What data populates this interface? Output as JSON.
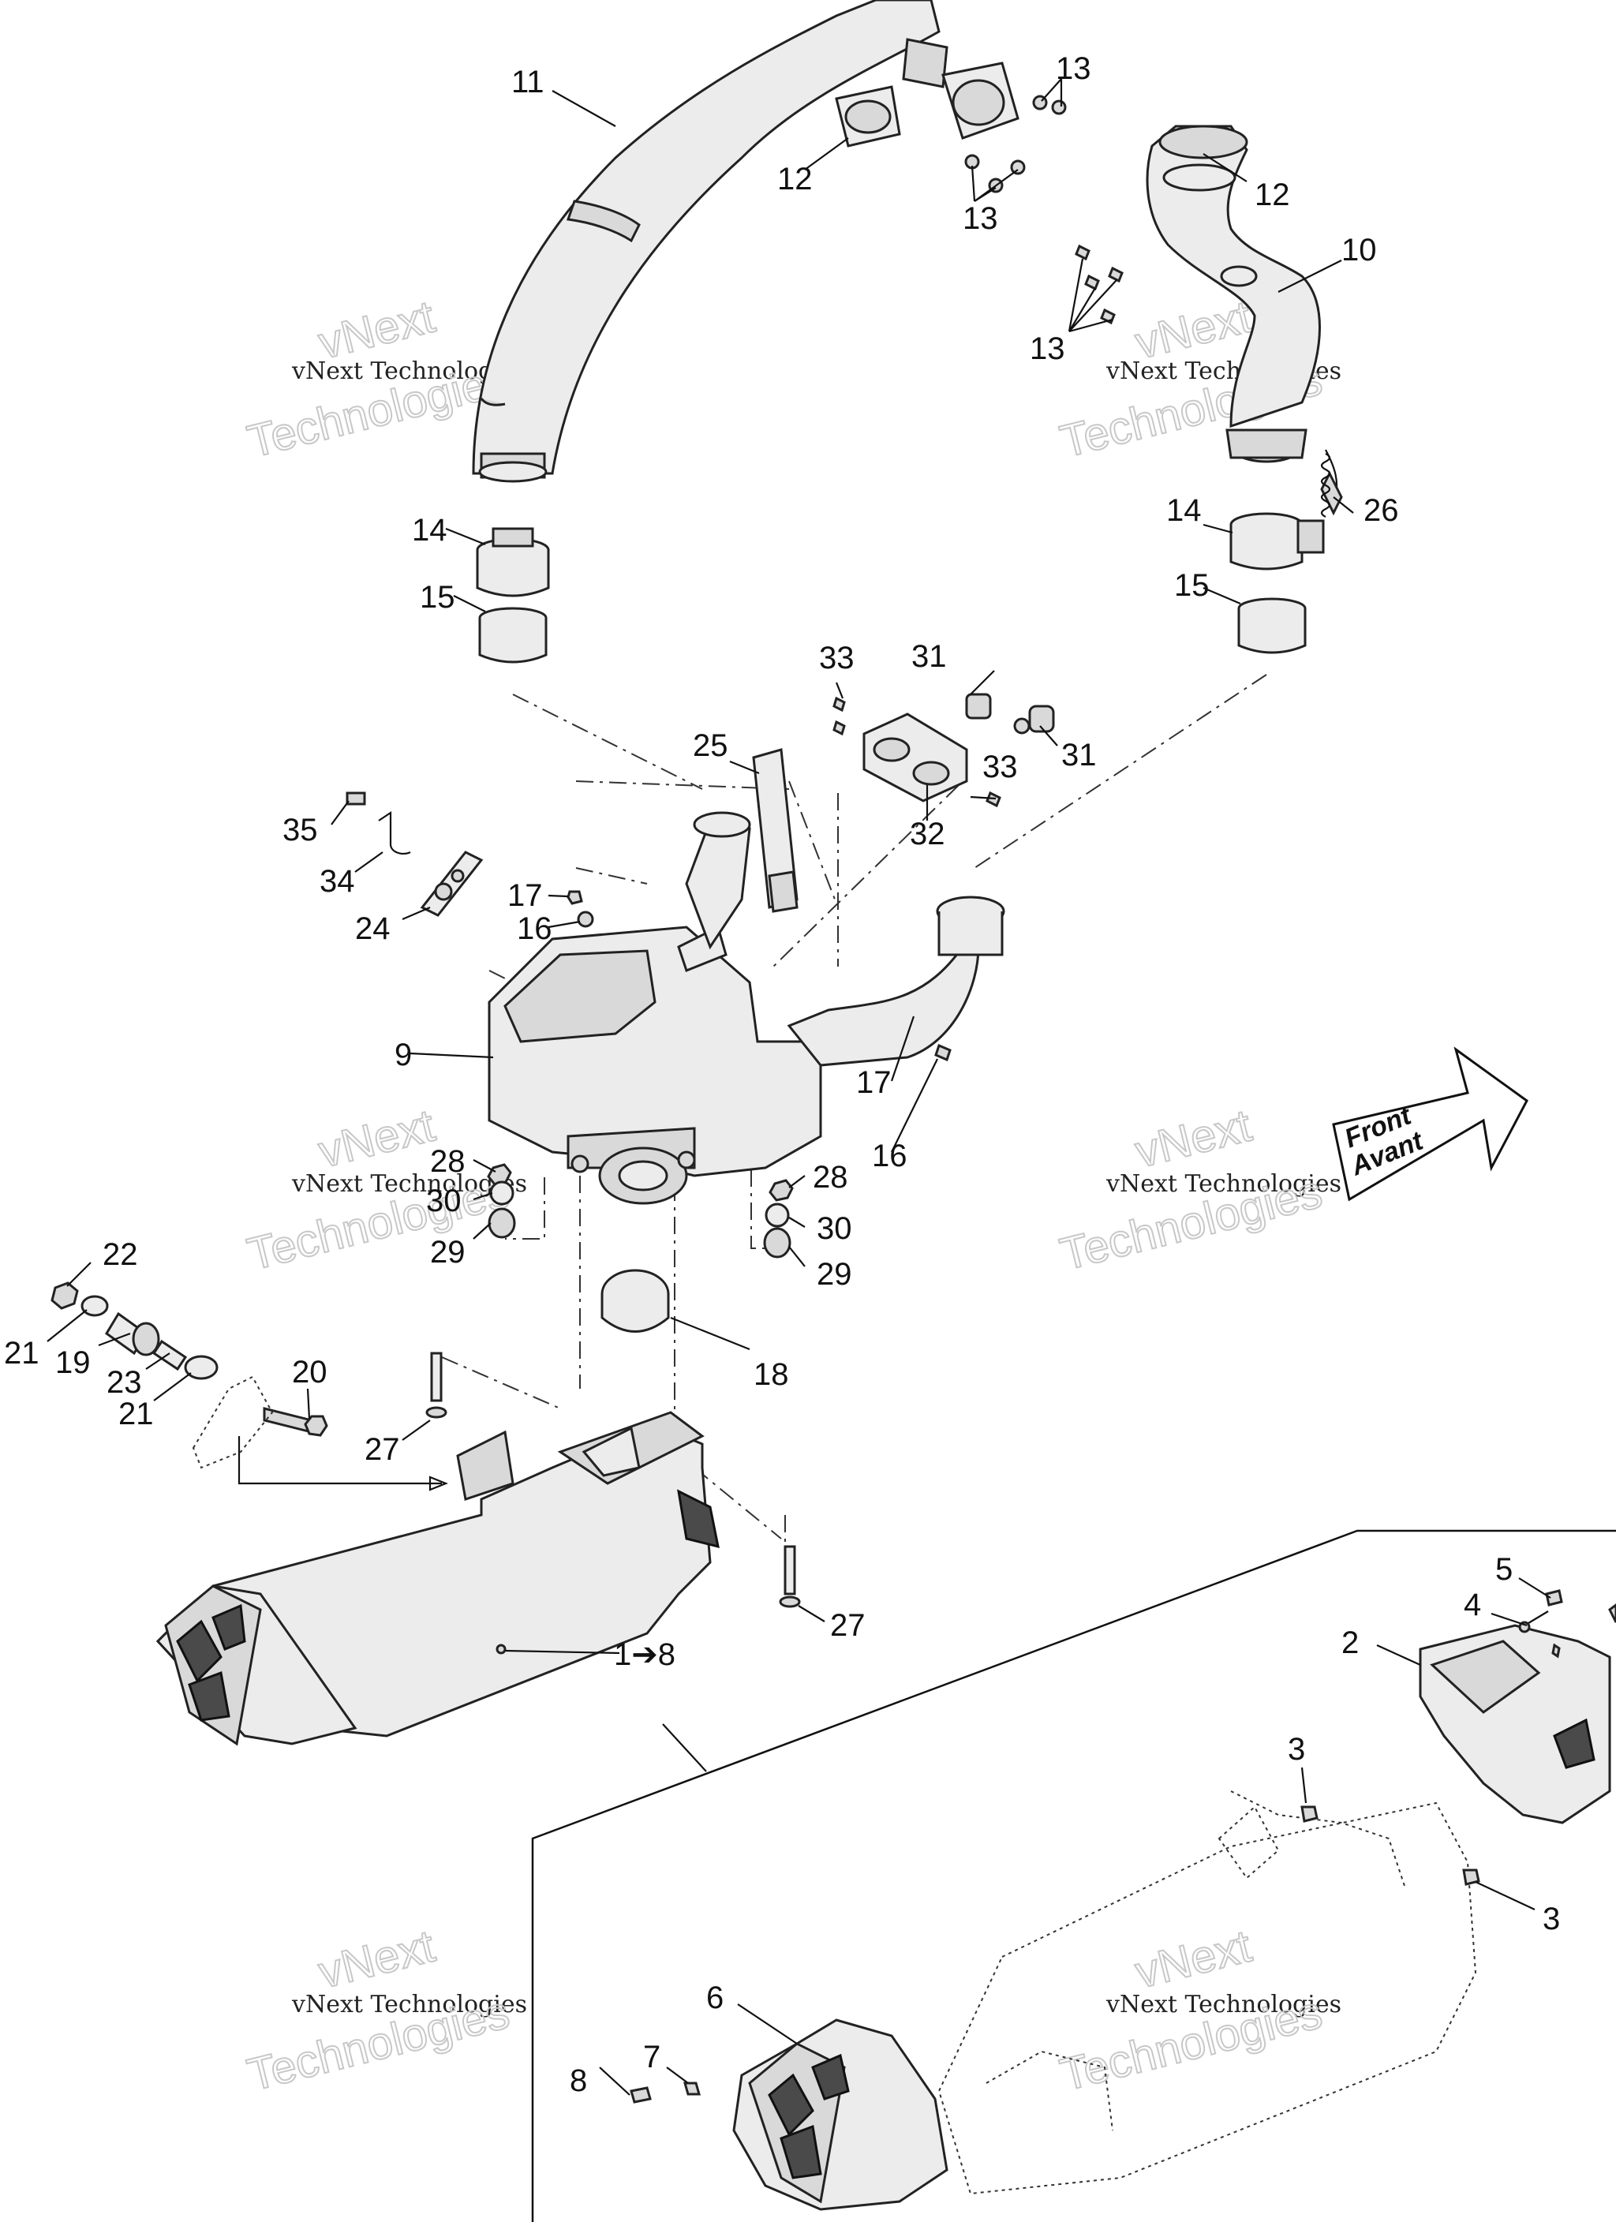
{
  "diagram": {
    "callouts": [
      {
        "id": "11",
        "text": "11"
      },
      {
        "id": "13a",
        "text": "13"
      },
      {
        "id": "12a",
        "text": "12"
      },
      {
        "id": "13b",
        "text": "13"
      },
      {
        "id": "12b",
        "text": "12"
      },
      {
        "id": "10",
        "text": "10"
      },
      {
        "id": "13c",
        "text": "13"
      },
      {
        "id": "14a",
        "text": "14"
      },
      {
        "id": "15a",
        "text": "15"
      },
      {
        "id": "26",
        "text": "26"
      },
      {
        "id": "14b",
        "text": "14"
      },
      {
        "id": "15b",
        "text": "15"
      },
      {
        "id": "33a",
        "text": "33"
      },
      {
        "id": "31a",
        "text": "31"
      },
      {
        "id": "31b",
        "text": "31"
      },
      {
        "id": "25",
        "text": "25"
      },
      {
        "id": "33b",
        "text": "33"
      },
      {
        "id": "32",
        "text": "32"
      },
      {
        "id": "35",
        "text": "35"
      },
      {
        "id": "34",
        "text": "34"
      },
      {
        "id": "17a",
        "text": "17"
      },
      {
        "id": "16a",
        "text": "16"
      },
      {
        "id": "24",
        "text": "24"
      },
      {
        "id": "9",
        "text": "9"
      },
      {
        "id": "17b",
        "text": "17"
      },
      {
        "id": "16b",
        "text": "16"
      },
      {
        "id": "28a",
        "text": "28"
      },
      {
        "id": "30a",
        "text": "30"
      },
      {
        "id": "29a",
        "text": "29"
      },
      {
        "id": "28b",
        "text": "28"
      },
      {
        "id": "30b",
        "text": "30"
      },
      {
        "id": "29b",
        "text": "29"
      },
      {
        "id": "22",
        "text": "22"
      },
      {
        "id": "21a",
        "text": "21"
      },
      {
        "id": "19",
        "text": "19"
      },
      {
        "id": "23",
        "text": "23"
      },
      {
        "id": "21b",
        "text": "21"
      },
      {
        "id": "20",
        "text": "20"
      },
      {
        "id": "18",
        "text": "18"
      },
      {
        "id": "27a",
        "text": "27"
      },
      {
        "id": "27b",
        "text": "27"
      },
      {
        "id": "1to8",
        "text": "1➔8"
      },
      {
        "id": "5",
        "text": "5"
      },
      {
        "id": "4",
        "text": "4"
      },
      {
        "id": "2",
        "text": "2"
      },
      {
        "id": "3a",
        "text": "3"
      },
      {
        "id": "3b",
        "text": "3"
      },
      {
        "id": "6",
        "text": "6"
      },
      {
        "id": "7",
        "text": "7"
      },
      {
        "id": "8",
        "text": "8"
      }
    ],
    "front_arrow": {
      "line1": "Front",
      "line2": "Avant"
    },
    "watermark": {
      "line1": "vNext",
      "line2": "vNext Technologies",
      "line3": "Technologies"
    }
  }
}
